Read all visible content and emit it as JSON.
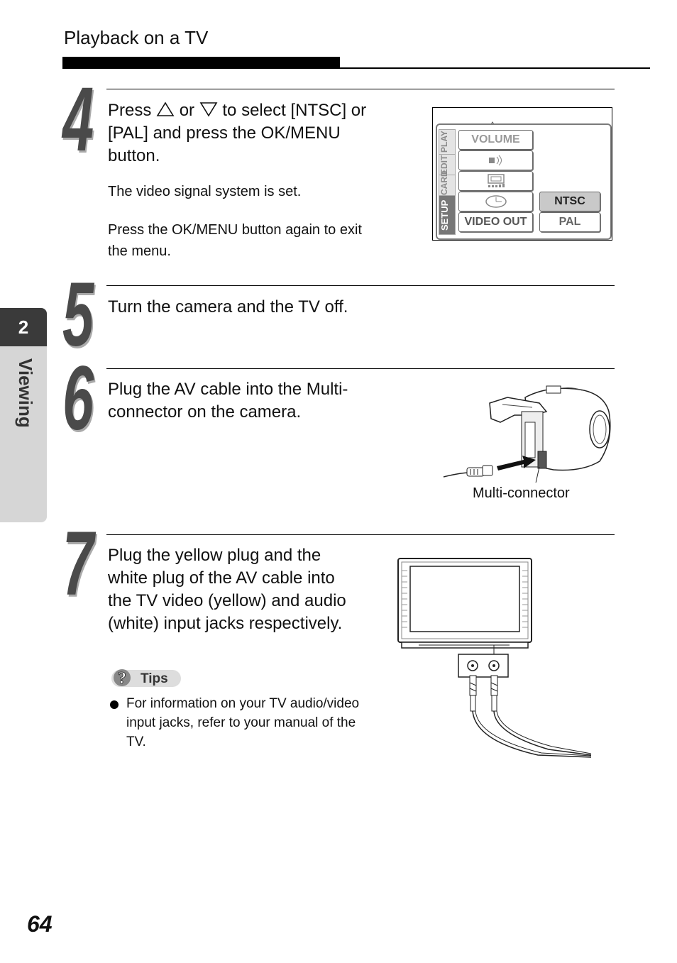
{
  "header": {
    "title": "Playback on a TV"
  },
  "side_tab": {
    "number": "2",
    "label": "Viewing"
  },
  "page_number": "64",
  "steps": [
    {
      "number": "4",
      "line1_a": "Press",
      "line1_b": "or",
      "line1_c": "to select [NTSC] or",
      "line2": "[PAL] and press the OK/MENU",
      "line3": "button.",
      "note1": "The video signal system is set.",
      "note2a": "Press the OK/MENU button again to exit",
      "note2b": "the menu."
    },
    {
      "number": "5",
      "text": "Turn the camera and the TV off."
    },
    {
      "number": "6",
      "line1": "Plug the AV cable into the Multi-",
      "line2": "connector on the camera.",
      "caption": "Multi-connector"
    },
    {
      "number": "7",
      "line1": "Plug the yellow plug and the",
      "line2": "white plug of the AV cable into",
      "line3": "the TV video (yellow) and audio",
      "line4": "(white) input jacks respectively."
    }
  ],
  "menu": {
    "tabs": [
      "PLAY",
      "EDIT",
      "CARD",
      "SETUP"
    ],
    "items": [
      "VOLUME",
      "VIDEO OUT"
    ],
    "options": [
      "NTSC",
      "PAL"
    ]
  },
  "tips": {
    "label": "Tips",
    "line1": "For information on your TV audio/video",
    "line2": "input jacks, refer to your manual of the",
    "line3": "TV."
  }
}
